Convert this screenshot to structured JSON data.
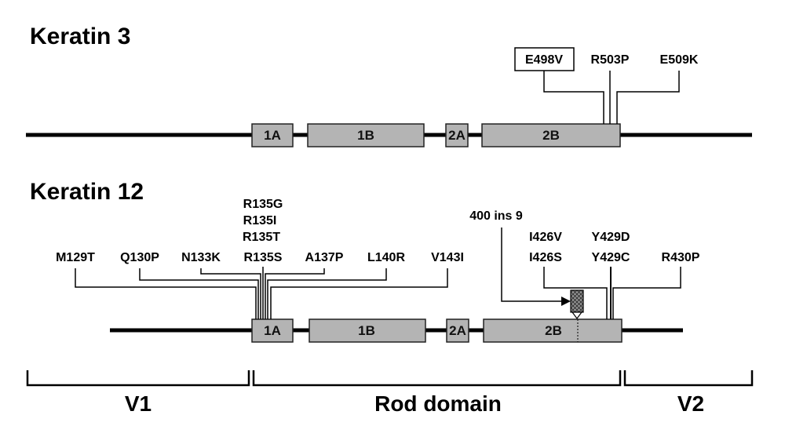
{
  "keratin3": {
    "title": "Keratin 3",
    "domains": [
      "1A",
      "1B",
      "2A",
      "2B"
    ],
    "mutations": [
      {
        "label": "E498V",
        "boxed": true
      },
      {
        "label": "R503P",
        "boxed": false
      },
      {
        "label": "E509K",
        "boxed": false
      }
    ]
  },
  "keratin12": {
    "title": "Keratin 12",
    "domains": [
      "1A",
      "1B",
      "2A",
      "2B"
    ],
    "mutations_1A": [
      "M129T",
      "Q130P",
      "N133K",
      "R135S",
      "A137P",
      "L140R",
      "V143I"
    ],
    "r135_stack": [
      "R135G",
      "R135I",
      "R135T"
    ],
    "insertion": "400 ins 9",
    "mutations_2B": [
      {
        "top": "I426V",
        "bottom": "I426S"
      },
      {
        "top": "Y429D",
        "bottom": "Y429C"
      },
      {
        "top": "",
        "bottom": "R430P"
      }
    ]
  },
  "regions": [
    "V1",
    "Rod domain",
    "V2"
  ]
}
